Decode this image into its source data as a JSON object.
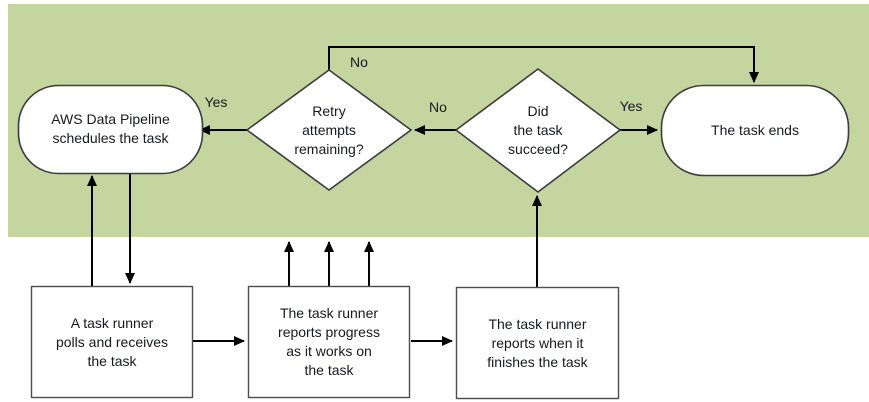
{
  "colors": {
    "band": "#c5d5a0",
    "node_fill": "#ffffff",
    "node_border": "#3c3c3c",
    "box_border": "#4d4d4d",
    "line": "#000000",
    "text": "#16191f"
  },
  "nodes": {
    "schedule": {
      "lines": [
        "AWS Data Pipeline",
        "schedules the task"
      ]
    },
    "retry": {
      "lines": [
        "Retry",
        "attempts",
        "remaining?"
      ]
    },
    "succeed": {
      "lines": [
        "Did",
        "the task",
        "succeed?"
      ]
    },
    "task_ends": {
      "lines": [
        "The task ends"
      ]
    },
    "poll": {
      "lines": [
        "A task runner",
        "polls and receives",
        "the task"
      ]
    },
    "progress": {
      "lines": [
        "The task runner",
        "reports progress",
        "as it works on",
        "the task"
      ]
    },
    "finish": {
      "lines": [
        "The task runner",
        "reports when it",
        "finishes the task"
      ]
    }
  },
  "edge_labels": {
    "retry_yes": "Yes",
    "retry_no": "No",
    "succeed_no": "No",
    "succeed_yes": "Yes"
  }
}
